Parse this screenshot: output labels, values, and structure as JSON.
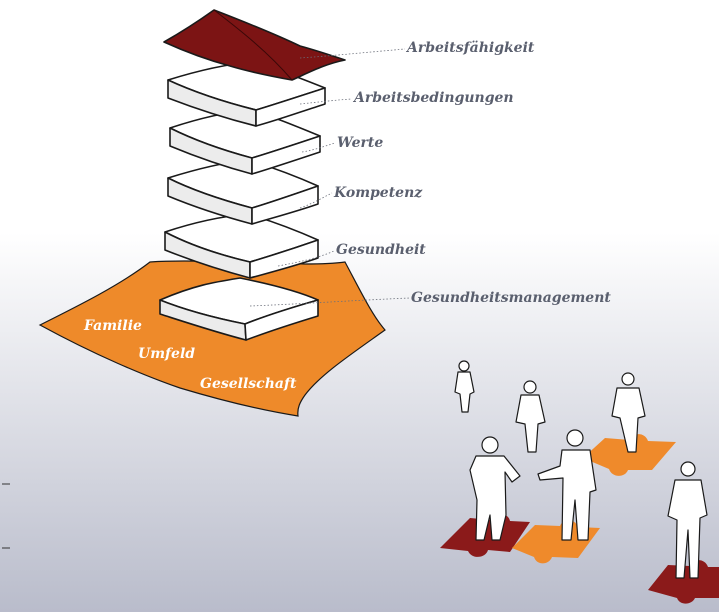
{
  "tower": {
    "levels": [
      "Arbeitsfähigkeit",
      "Arbeitsbedingungen",
      "Werte",
      "Kompetenz",
      "Gesundheit",
      "Gesundheitsmanagement"
    ]
  },
  "base": {
    "labels": [
      "Familie",
      "Umfeld",
      "Gesellschaft"
    ]
  },
  "colors": {
    "roof": "#7c1414",
    "base": "#ee8a2a",
    "label_text": "#5a5f6e",
    "puzzle_orange": "#ef8a2b",
    "puzzle_red": "#8b1a1a",
    "background_gradient_bottom": "#b9bccb"
  }
}
